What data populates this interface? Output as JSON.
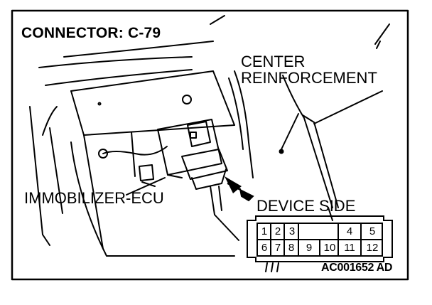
{
  "diagram": {
    "title": "CONNECTOR: C-79",
    "labels": {
      "center_line1": "CENTER",
      "center_line2": "REINFORCEMENT",
      "immobilizer": "IMMOBILIZER-ECU",
      "device_side": "DEVICE SIDE",
      "figure_code": "AC001652 AD"
    },
    "connector_pins": {
      "row1": [
        "1",
        "2",
        "3",
        "4",
        "5"
      ],
      "row2": [
        "6",
        "7",
        "8",
        "9",
        "10",
        "11",
        "12"
      ]
    },
    "colors": {
      "line": "#000000",
      "background": "#ffffff"
    }
  }
}
